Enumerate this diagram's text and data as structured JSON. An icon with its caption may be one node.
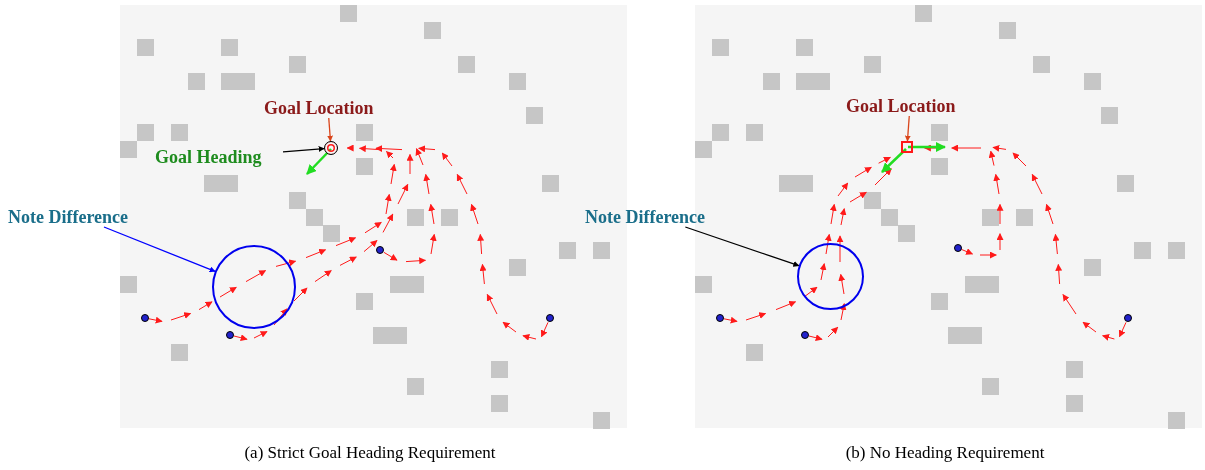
{
  "diagram": {
    "nodes": [
      {
        "text": [
          "Goal Location"
        ]
      },
      {
        "text": [
          "Goal Heading"
        ]
      },
      {
        "text": [],
        "shape": "circle"
      },
      {
        "text": [
          "Note Difference"
        ]
      },
      {
        "text": [],
        "shape": "circle"
      },
      {
        "text": [
          "Goal Location"
        ]
      },
      {
        "text": [],
        "shape": "box"
      },
      {
        "text": [
          "Note Difference"
        ]
      },
      {
        "text": [],
        "shape": "circle"
      }
    ],
    "edges": [
      {
        "from": 0,
        "to": 2,
        "arrow": "to",
        "color": "#d9441a"
      },
      {
        "from": 1,
        "to": 2,
        "arrow": "to",
        "color": "#000000"
      },
      {
        "from": 3,
        "to": 4,
        "arrow": "to",
        "color": "#0000ff"
      },
      {
        "from": 5,
        "to": 6,
        "arrow": "to",
        "color": "#d9441a"
      },
      {
        "from": 7,
        "to": 8,
        "arrow": "to",
        "color": "#000000"
      }
    ],
    "labels": [
      "(a) Strict Goal Heading Requirement",
      "(b) No Heading Requirement"
    ]
  }
}
